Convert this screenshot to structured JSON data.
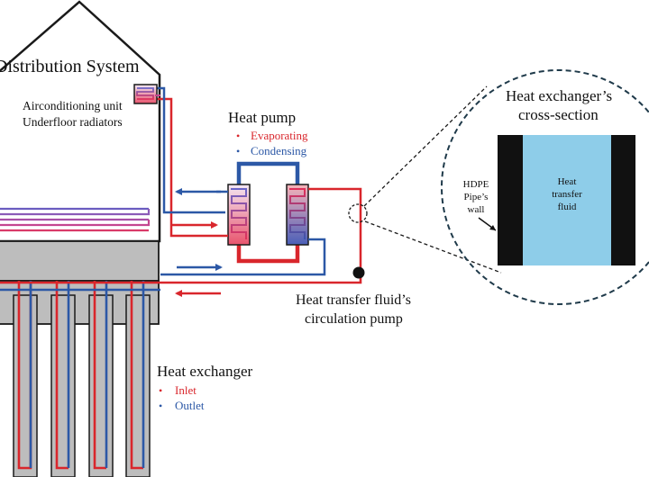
{
  "building": {
    "title": "Distribution System",
    "units": [
      "Airconditioning unit",
      "Underfloor radiators"
    ]
  },
  "heat_pump": {
    "title": "Heat pump",
    "legend": [
      {
        "label": "Evaporating",
        "color": "#d9262c"
      },
      {
        "label": "Condensing",
        "color": "#2c58a6"
      }
    ]
  },
  "circulation_pump": {
    "label_lines": [
      "Heat transfer fluid’s",
      "circulation pump"
    ]
  },
  "heat_exchanger": {
    "title": "Heat exchanger",
    "legend": [
      {
        "label": "Inlet",
        "color": "#d9262c"
      },
      {
        "label": "Outlet",
        "color": "#2c58a6"
      }
    ]
  },
  "cross_section": {
    "title_lines": [
      "Heat exchanger’s",
      "cross-section"
    ],
    "fluid_lines": [
      "Heat",
      "transfer",
      "fluid"
    ],
    "wall_lines": [
      "HDPE",
      "Pipe’s",
      "wall"
    ]
  },
  "colors": {
    "hot": "#d9262c",
    "cold": "#2c58a6",
    "fluid": "#8ecde9",
    "slab": "#bdbdbd",
    "outline": "#1a1a1a"
  }
}
